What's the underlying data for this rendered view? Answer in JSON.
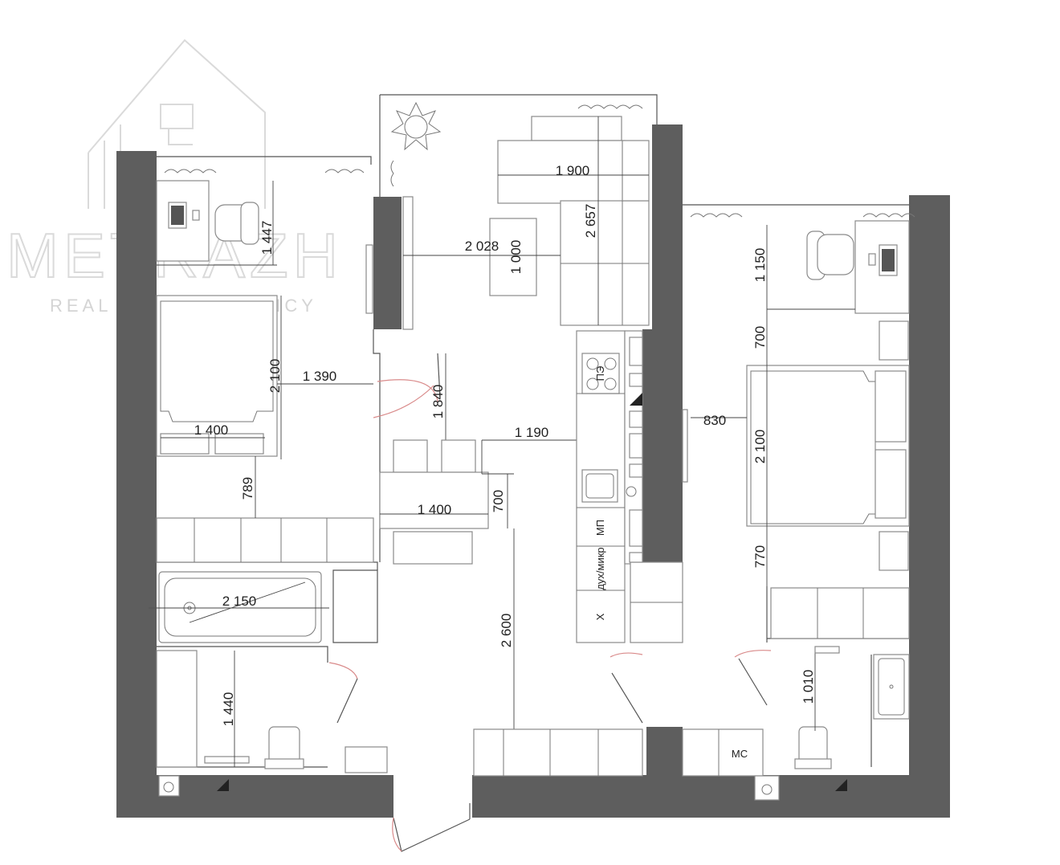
{
  "watermark": {
    "brand": "METRAZH",
    "tagline": "REAL ESTATE AGENCY"
  },
  "dimensions": {
    "bedroom1_desk": "1 447",
    "bedroom1_bed_length": "2 100",
    "bedroom1_width": "1 390",
    "bedroom1_bed_width": "1 400",
    "bedroom1_gap": "789",
    "sofa_width": "1 900",
    "sofa_length": "2 657",
    "living_width": "2 028",
    "coffee_table": "1 000",
    "hall_height": "1 840",
    "kitchen_gap": "1 190",
    "dining_table_width": "1 400",
    "dining_table_depth": "700",
    "corridor_length": "2 600",
    "bath_length": "2 150",
    "bathroom_depth": "1 440",
    "bedroom2_desk": "1 150",
    "bedroom2_gap_top": "700",
    "bedroom2_bed_length": "2 100",
    "bedroom2_bed_width": "830",
    "bedroom2_gap_bottom": "770",
    "wc_depth": "1 010"
  },
  "appliances": {
    "stove": "ПЭ",
    "dishwasher": "МП",
    "oven": "дух/микр",
    "fridge": "Х",
    "washer": "МС"
  }
}
